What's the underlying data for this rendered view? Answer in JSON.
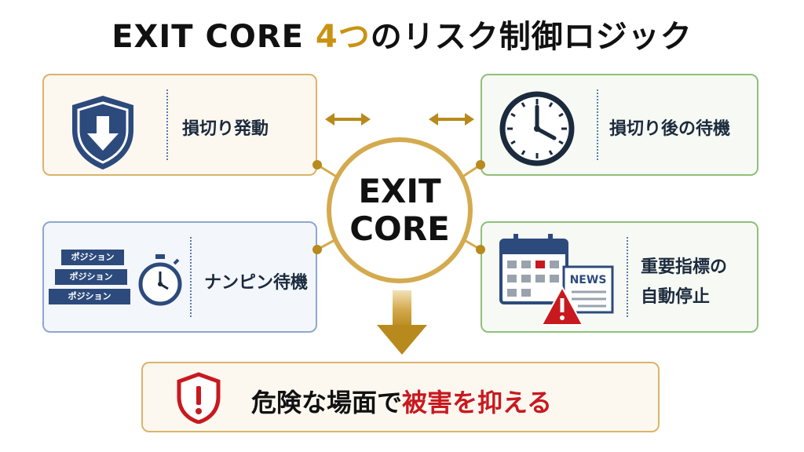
{
  "title": {
    "prefix": "EXIT CORE ",
    "accent": "4つ",
    "suffix": "のリスク制御ロジック"
  },
  "center": {
    "line1": "EXIT",
    "line2": "CORE"
  },
  "cards": {
    "stop_loss": {
      "label": "損切り発動",
      "icon": "shield-down-arrow-icon"
    },
    "wait_after_loss": {
      "label": "損切り後の待機",
      "icon": "clock-icon"
    },
    "averaging_wait": {
      "label": "ナンピン待機",
      "icon": "stopwatch-icon",
      "positions": [
        "ポジション",
        "ポジション",
        "ポジション"
      ]
    },
    "indicator_stop": {
      "label_line1": "重要指標の",
      "label_line2": "自動停止",
      "icon": "calendar-news-warning-icon",
      "news_label": "NEWS"
    }
  },
  "bottom": {
    "prefix": "危険な場面で",
    "accent": "被害を抑える",
    "icon": "warning-shield-icon"
  },
  "colors": {
    "gold": "#d4aa4e",
    "navy": "#2d4a7c",
    "red": "#c8191f",
    "green": "#8fbf7a"
  }
}
